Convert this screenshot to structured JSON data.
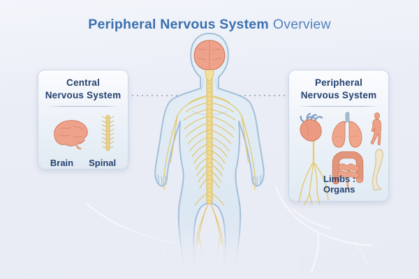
{
  "header": {
    "title_main": "Peripheral Nervous System",
    "title_suffix": "Overview"
  },
  "cns_card": {
    "title_line1": "Central",
    "title_line2": "Nervous System",
    "labels": {
      "brain": "Brain",
      "spinal": "Spinal"
    }
  },
  "pns_card": {
    "title_line1": "Peripheral",
    "title_line2": "Nervous System",
    "caption": "Limbs : Organs"
  },
  "icons": [
    "brain-icon",
    "spinal-cord-icon",
    "heart-icon",
    "nerve-branches-icon",
    "lungs-icon",
    "human-figure-icon",
    "intestines-icon",
    "leg-icon",
    "full-body-nervous-system-illustration"
  ],
  "colors": {
    "background": "#eaedf6",
    "title_blue": "#3b70ae",
    "title_blue_light": "#5283bd",
    "card_text_navy": "#24416f",
    "card_border": "#ccd8e6",
    "body_fill": "#dfe9f3",
    "body_outline": "#a3bfd8",
    "nerve_yellow": "#e2c258",
    "spine_yellow": "#f1d98f",
    "brain_salmon": "#efa28b",
    "organ_salmon": "#ec9b82",
    "organ_outline": "#cf7c5c",
    "vessel_blue": "#7d99c0",
    "bone_pale": "#f0e6cf"
  }
}
